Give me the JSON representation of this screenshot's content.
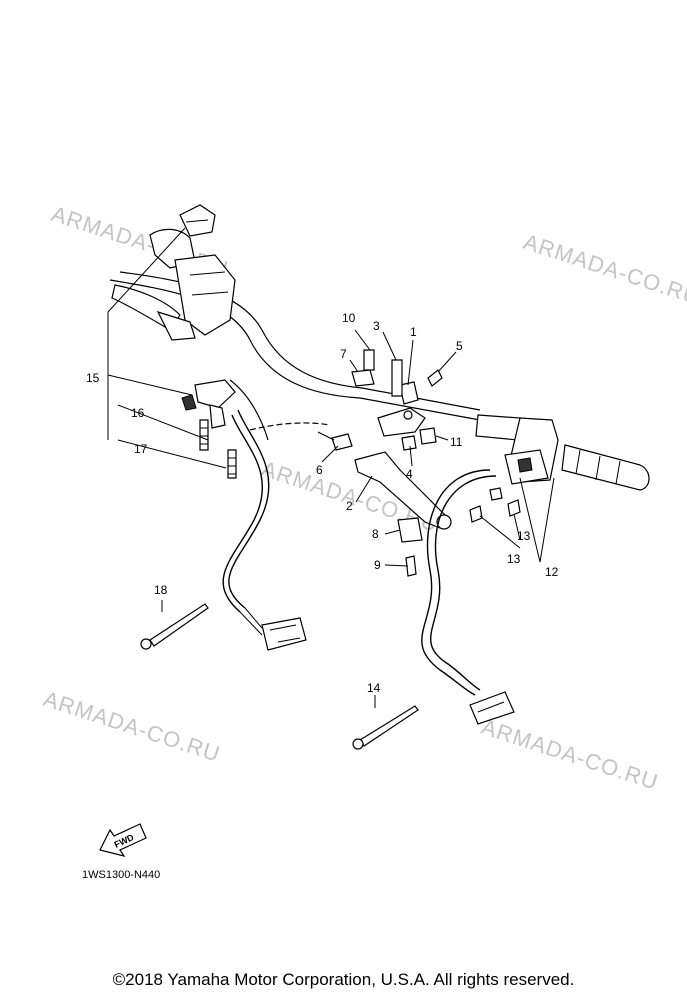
{
  "watermark": "ARMADA-CO.RU",
  "callouts": {
    "p1": "1",
    "p2": "2",
    "p3": "3",
    "p4": "4",
    "p5": "5",
    "p6": "6",
    "p7": "7",
    "p8": "8",
    "p9": "9",
    "p10": "10",
    "p11": "11",
    "p12": "12",
    "p13a": "13",
    "p13b": "13",
    "p14": "14",
    "p15": "15",
    "p16": "16",
    "p17": "17",
    "p18": "18"
  },
  "fwd_label": "FWD",
  "diagram_code": "1WS1300-N440",
  "copyright": "©2018 Yamaha Motor Corporation, U.S.A. All rights reserved."
}
